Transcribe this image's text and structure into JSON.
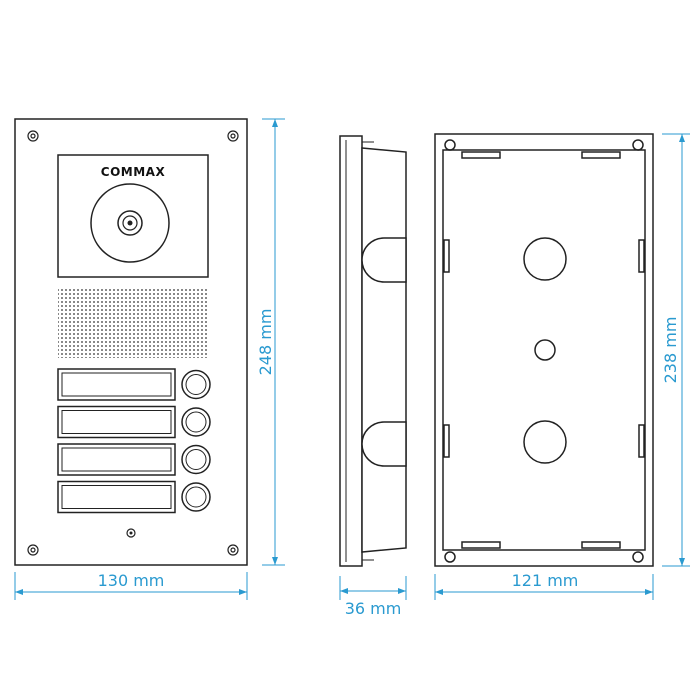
{
  "brand": {
    "logo_text": "COMMAX"
  },
  "dimensions": {
    "panel_width": "130 mm",
    "panel_height": "248 mm",
    "depth": "36 mm",
    "box_width": "121 mm",
    "box_height": "238 mm"
  },
  "panel": {
    "button_count": 4
  },
  "colors": {
    "line": "#222222",
    "dimension": "#2a9ad0",
    "background": "#ffffff"
  }
}
